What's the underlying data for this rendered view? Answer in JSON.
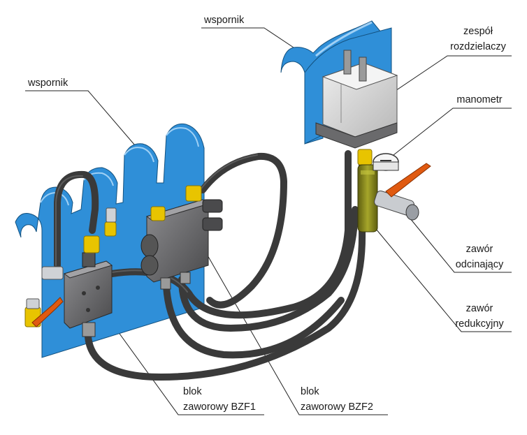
{
  "labels": {
    "wspornik_top": "wspornik",
    "wspornik_left": "wspornik",
    "zespol_line1": "zespół",
    "zespol_line2": "rozdzielaczy",
    "manometr": "manometr",
    "zawor_odc_line1": "zawór",
    "zawor_odc_line2": "odcinający",
    "zawor_red_line1": "zawór",
    "zawor_red_line2": "redukcyjny",
    "bzf1_line1": "blok",
    "bzf1_line2": "zaworowy BZF1",
    "bzf2_line1": "blok",
    "bzf2_line2": "zaworowy BZF2"
  },
  "colors": {
    "bracket": "#2f8fd8",
    "bracket_dark": "#1b6fb5",
    "hose": "#3a3a3a",
    "block": "#6e6e70",
    "fitting": "#e8c400",
    "handle": "#e05a10",
    "valve_body": "#8a8a1a",
    "distributor": "#d6d6d6"
  }
}
